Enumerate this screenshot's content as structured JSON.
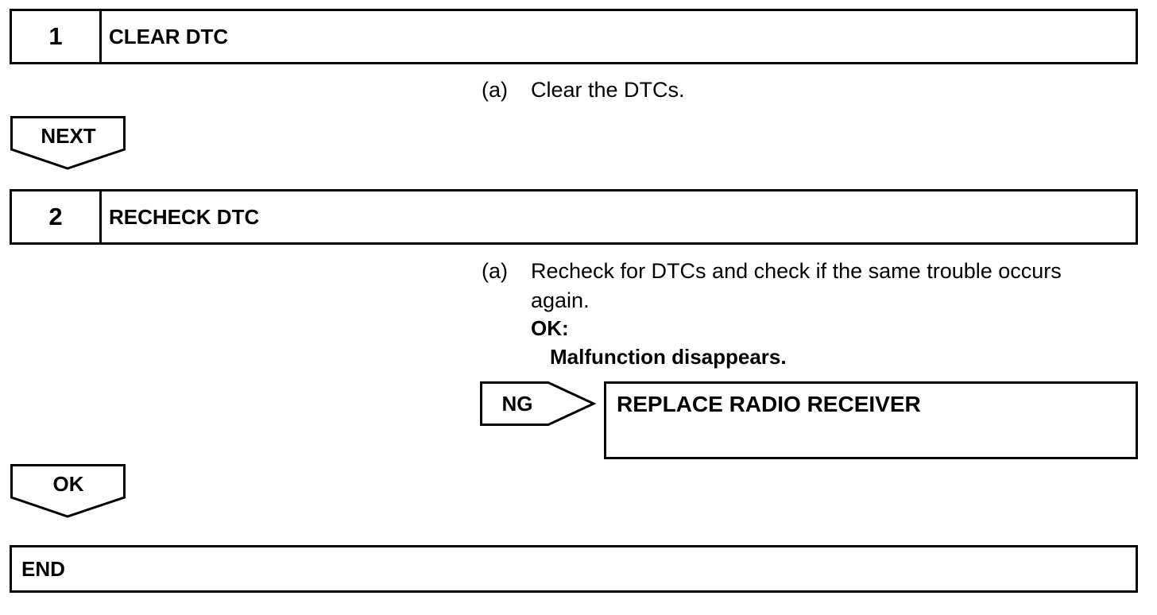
{
  "step1": {
    "number": "1",
    "title": "CLEAR DTC"
  },
  "step1_instruction": {
    "marker": "(a)",
    "text": "Clear the DTCs."
  },
  "arrow_next": {
    "label": "NEXT"
  },
  "step2": {
    "number": "2",
    "title": "RECHECK DTC"
  },
  "step2_instruction": {
    "marker": "(a)",
    "line1": "Recheck for DTCs and check if the same trouble occurs",
    "line2": "again.",
    "ok_heading": "OK:",
    "ok_result": "Malfunction disappears."
  },
  "ng_branch": {
    "label": "NG",
    "action": "REPLACE RADIO RECEIVER"
  },
  "arrow_ok": {
    "label": "OK"
  },
  "end_box": {
    "label": "END"
  }
}
